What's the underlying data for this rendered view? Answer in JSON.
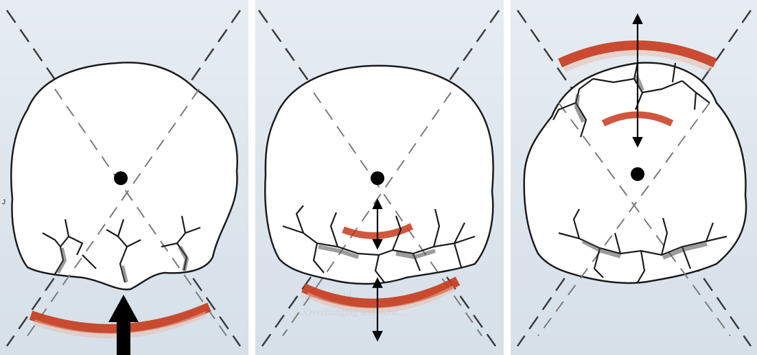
{
  "figure": {
    "panel_count": 3,
    "colors": {
      "background": "#dfe7ee",
      "skull_fill": "#ffffff",
      "outline": "#1a1a1a",
      "stress_band": "#c63a1c",
      "guide_line": "#3a3a3a",
      "center_point": "#000000"
    },
    "edge_mark": "J",
    "panels": [
      {
        "id": "impact",
        "icons": [
          "dashed-cross-lines",
          "center-dot",
          "fracture-lines",
          "red-stress-arc",
          "large-upward-impact-arrow"
        ]
      },
      {
        "id": "contrecoup",
        "icons": [
          "dashed-cross-lines",
          "center-dot",
          "fracture-lines",
          "red-stress-arcs",
          "double-headed-arrows"
        ]
      },
      {
        "id": "opposite-fracture",
        "icons": [
          "dashed-cross-lines",
          "center-dot",
          "fracture-lines",
          "red-stress-arcs",
          "double-headed-arrow"
        ]
      }
    ],
    "show_through_text": [
      "...spreading of ...",
      "...Overhanging and nuhu..."
    ]
  }
}
